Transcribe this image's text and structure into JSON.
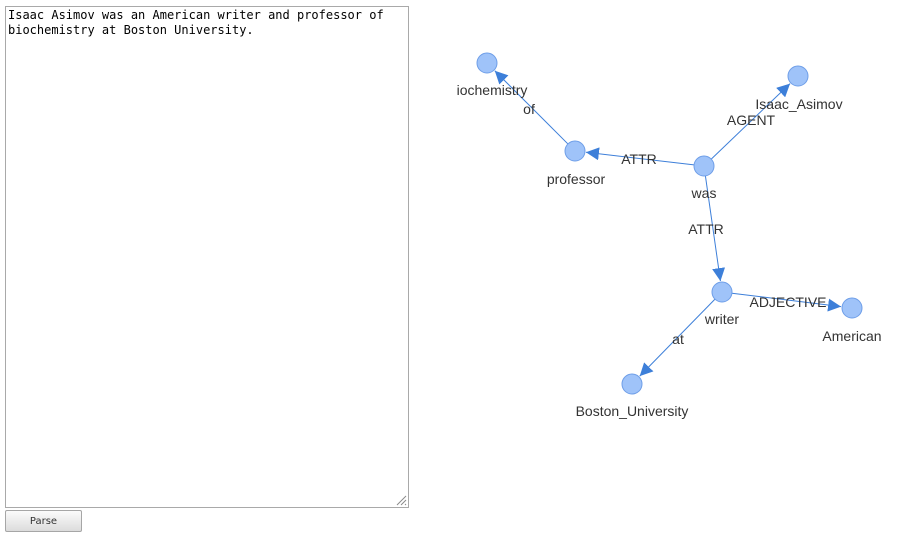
{
  "editor": {
    "text": "Isaac Asimov was an American writer and professor of\nbiochemistry at Boston University."
  },
  "parse_button": {
    "label": "Parse"
  },
  "graph": {
    "node_color": "#9fc3f9",
    "node_stroke": "#6e9ee8",
    "edge_color": "#3d7fd9",
    "nodes": [
      {
        "id": "was",
        "label": "was"
      },
      {
        "id": "Isaac_Asimov",
        "label": "Isaac_Asimov"
      },
      {
        "id": "professor",
        "label": "professor"
      },
      {
        "id": "biochemistry",
        "label": "iochemistry"
      },
      {
        "id": "writer",
        "label": "writer"
      },
      {
        "id": "American",
        "label": "American"
      },
      {
        "id": "Boston_University",
        "label": "Boston_University"
      }
    ],
    "edges": [
      {
        "from": "was",
        "to": "Isaac_Asimov",
        "label": "AGENT"
      },
      {
        "from": "was",
        "to": "professor",
        "label": "ATTR"
      },
      {
        "from": "professor",
        "to": "biochemistry",
        "label": "of"
      },
      {
        "from": "was",
        "to": "writer",
        "label": "ATTR"
      },
      {
        "from": "writer",
        "to": "American",
        "label": "ADJECTIVE"
      },
      {
        "from": "writer",
        "to": "Boston_University",
        "label": "at"
      }
    ]
  }
}
